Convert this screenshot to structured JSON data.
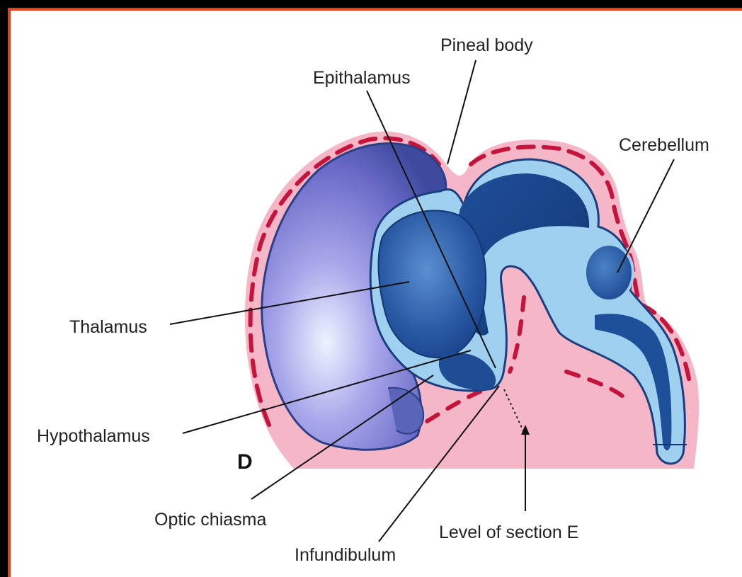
{
  "panel_letter": "D",
  "labels": {
    "pineal_body": "Pineal body",
    "epithalamus": "Epithalamus",
    "cerebellum": "Cerebellum",
    "thalamus": "Thalamus",
    "hypothalamus": "Hypothalamus",
    "optic_chiasma": "Optic chiasma",
    "infundibulum": "Infundibulum",
    "level_of_section": "Level of section E"
  },
  "colors": {
    "frame_border": "#e2401c",
    "tissue_pink": "#f5b6c8",
    "vessel_dash": "#c4143c",
    "cavity_light": "#9fd0ef",
    "brain_dark": "#1d4f9a",
    "hemisphere_violet": "#7f7ed6"
  }
}
